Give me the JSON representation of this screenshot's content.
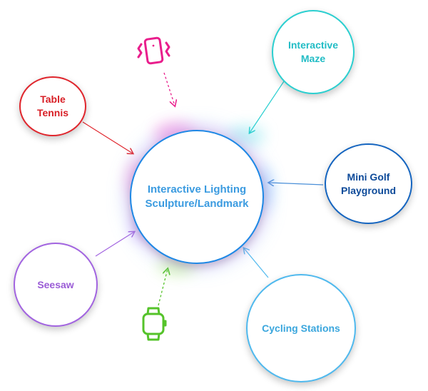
{
  "center": {
    "label": "Interactive Lighting\nSculpture/Landmark"
  },
  "nodes": {
    "table_tennis": "Table\nTennis",
    "interactive_maze": "Interactive\nMaze",
    "mini_golf": "Mini Golf\nPlayground",
    "seesaw": "Seesaw",
    "cycling_stations": "Cycling Stations"
  },
  "icons": {
    "phone": "vibrating-phone-icon",
    "watch": "smartwatch-icon"
  },
  "colors": {
    "center": "#1e88e5",
    "table_tennis": "#e0262d",
    "interactive_maze": "#2bcfd0",
    "mini_golf": "#1565c0",
    "seesaw": "#a264e0",
    "cycling_stations": "#4fb9ee",
    "phone": "#e91e8c",
    "watch": "#55c32a"
  }
}
